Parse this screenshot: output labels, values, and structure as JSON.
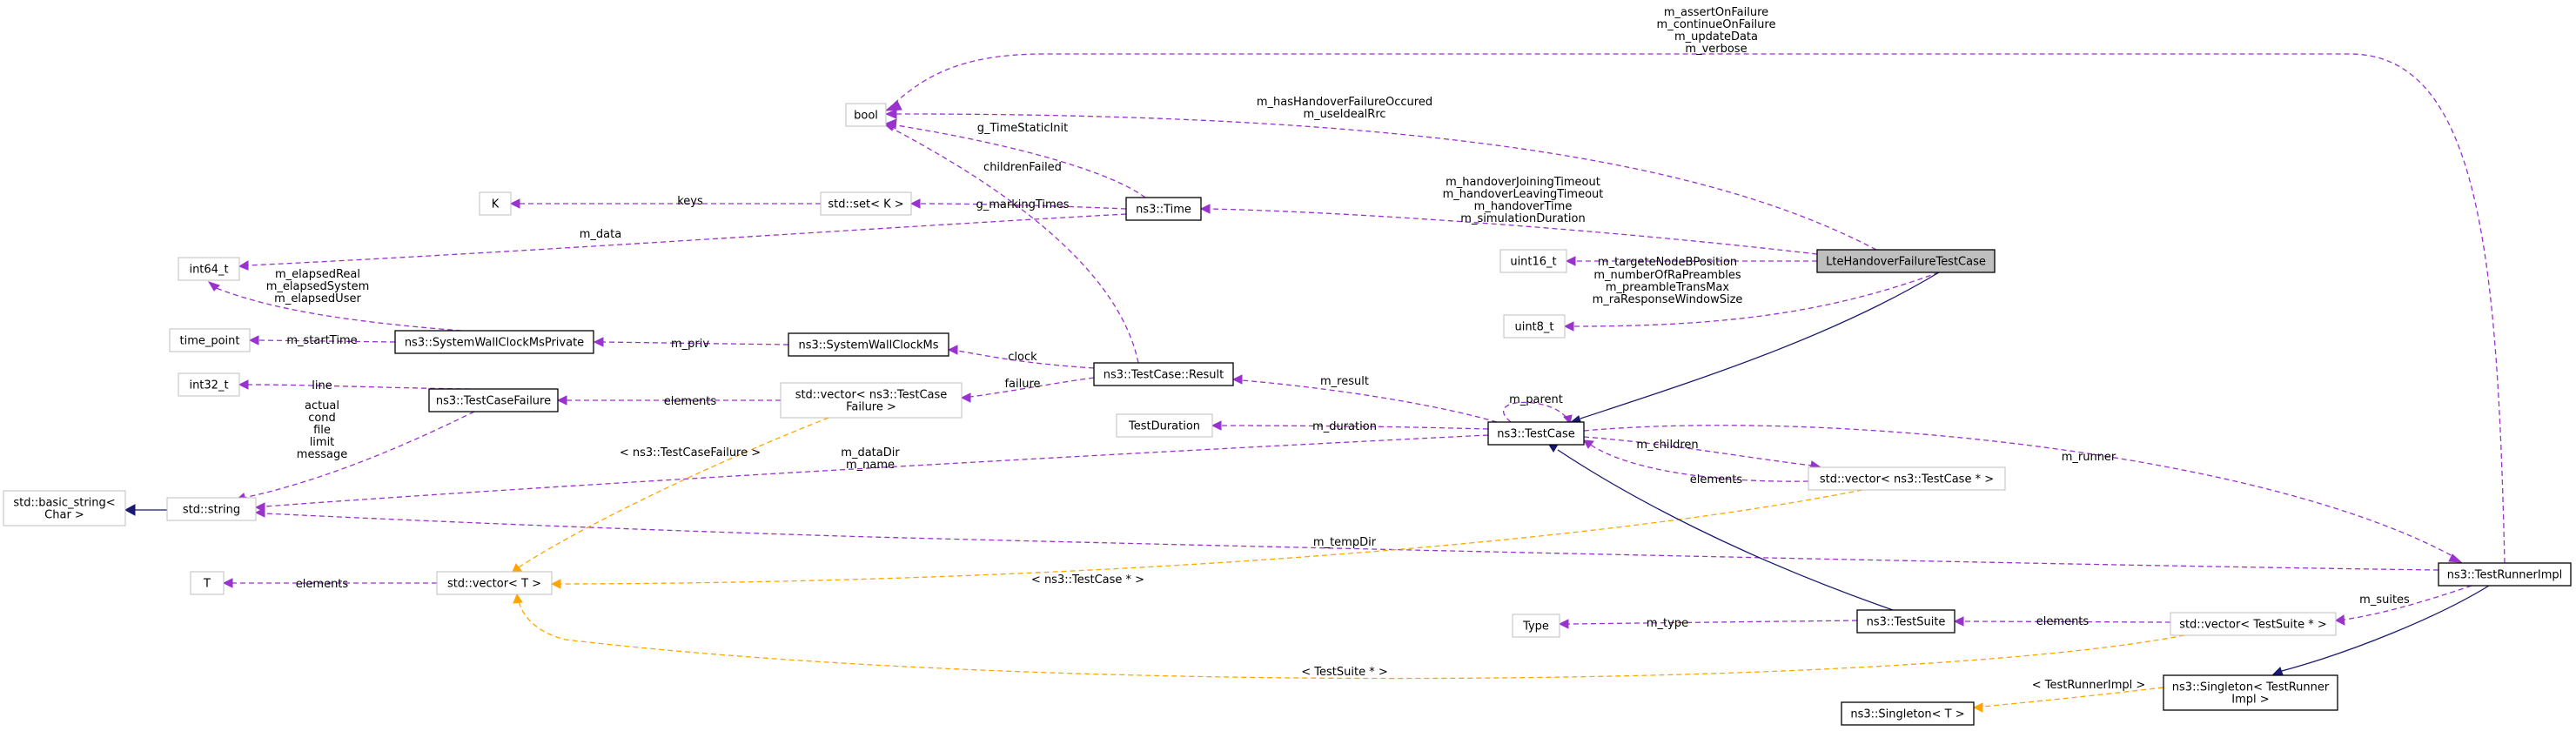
{
  "colors": {
    "usage_edge": "#9A32CD",
    "template_edge": "#FFA500",
    "inherit_edge": "#191970",
    "focus_fill": "#BFBFBF",
    "documented_border": "#000000",
    "undocumented_border": "#BFBFBF"
  },
  "nodes": [
    {
      "id": "bool",
      "lines": [
        "bool"
      ],
      "style": "ext"
    },
    {
      "id": "K",
      "lines": [
        "K"
      ],
      "style": "ext"
    },
    {
      "id": "std_set",
      "lines": [
        "std::set< K >"
      ],
      "style": "ext"
    },
    {
      "id": "int64_t",
      "lines": [
        "int64_t"
      ],
      "style": "ext"
    },
    {
      "id": "time_point",
      "lines": [
        "time_point"
      ],
      "style": "ext"
    },
    {
      "id": "int32_t",
      "lines": [
        "int32_t"
      ],
      "style": "ext"
    },
    {
      "id": "basic_string",
      "lines": [
        "std::basic_string<",
        "Char >"
      ],
      "style": "ext"
    },
    {
      "id": "std_string",
      "lines": [
        "std::string"
      ],
      "style": "ext"
    },
    {
      "id": "T",
      "lines": [
        "T"
      ],
      "style": "ext"
    },
    {
      "id": "vector_T",
      "lines": [
        "std::vector< T >"
      ],
      "style": "ext"
    },
    {
      "id": "uint16_t",
      "lines": [
        "uint16_t"
      ],
      "style": "ext"
    },
    {
      "id": "uint8_t",
      "lines": [
        "uint8_t"
      ],
      "style": "ext"
    },
    {
      "id": "TestDuration",
      "lines": [
        "TestDuration"
      ],
      "style": "ext"
    },
    {
      "id": "Type",
      "lines": [
        "Type"
      ],
      "style": "ext"
    },
    {
      "id": "vec_TestCaseFailure",
      "lines": [
        "std::vector< ns3::TestCase",
        "Failure >"
      ],
      "style": "ext"
    },
    {
      "id": "vec_TestCasePtr",
      "lines": [
        "std::vector< ns3::TestCase * >"
      ],
      "style": "ext"
    },
    {
      "id": "vec_TestSuitePtr",
      "lines": [
        "std::vector< TestSuite * >"
      ],
      "style": "ext"
    },
    {
      "id": "ns3_Time",
      "lines": [
        "ns3::Time"
      ],
      "style": "doc"
    },
    {
      "id": "ClockMsPrivate",
      "lines": [
        "ns3::SystemWallClockMsPrivate"
      ],
      "style": "doc"
    },
    {
      "id": "ClockMs",
      "lines": [
        "ns3::SystemWallClockMs"
      ],
      "style": "doc"
    },
    {
      "id": "TestCaseFailure",
      "lines": [
        "ns3::TestCaseFailure"
      ],
      "style": "doc"
    },
    {
      "id": "Result",
      "lines": [
        "ns3::TestCase::Result"
      ],
      "style": "doc"
    },
    {
      "id": "TestCase",
      "lines": [
        "ns3::TestCase"
      ],
      "style": "doc"
    },
    {
      "id": "LteTest",
      "lines": [
        "LteHandoverFailureTestCase"
      ],
      "style": "focus"
    },
    {
      "id": "TestSuite",
      "lines": [
        "ns3::TestSuite"
      ],
      "style": "doc"
    },
    {
      "id": "TestRunnerImpl",
      "lines": [
        "ns3::TestRunnerImpl"
      ],
      "style": "doc"
    },
    {
      "id": "Singleton_TRI",
      "lines": [
        "ns3::Singleton< TestRunner",
        "Impl >"
      ],
      "style": "doc"
    },
    {
      "id": "Singleton_T",
      "lines": [
        "ns3::Singleton< T >"
      ],
      "style": "doc"
    }
  ],
  "edges": [
    {
      "id": "e_lte_bool",
      "from": "LteTest",
      "to": "bool",
      "kind": "usage",
      "labels": [
        "m_hasHandoverFailureOccured",
        "m_useIdealRrc"
      ]
    },
    {
      "id": "e_runner_bool",
      "from": "TestRunnerImpl",
      "to": "bool",
      "kind": "usage",
      "labels": [
        "m_assertOnFailure",
        "m_continueOnFailure",
        "m_updateData",
        "m_verbose"
      ]
    },
    {
      "id": "e_time_bool",
      "from": "ns3_Time",
      "to": "bool",
      "kind": "usage",
      "labels": [
        "g_TimeStaticInit"
      ]
    },
    {
      "id": "e_result_bool",
      "from": "Result",
      "to": "bool",
      "kind": "usage",
      "labels": [
        "childrenFailed"
      ]
    },
    {
      "id": "e_set_K",
      "from": "std_set",
      "to": "K",
      "kind": "usage",
      "labels": [
        "keys"
      ]
    },
    {
      "id": "e_time_set",
      "from": "ns3_Time",
      "to": "std_set",
      "kind": "usage",
      "labels": [
        "g_markingTimes"
      ]
    },
    {
      "id": "e_time_int64",
      "from": "ns3_Time",
      "to": "int64_t",
      "kind": "usage",
      "labels": [
        "m_data"
      ]
    },
    {
      "id": "e_priv_int64",
      "from": "ClockMsPrivate",
      "to": "int64_t",
      "kind": "usage",
      "labels": [
        "m_elapsedReal",
        "m_elapsedSystem",
        "m_elapsedUser"
      ]
    },
    {
      "id": "e_priv_tp",
      "from": "ClockMsPrivate",
      "to": "time_point",
      "kind": "usage",
      "labels": [
        "m_startTime"
      ]
    },
    {
      "id": "e_clock_priv",
      "from": "ClockMs",
      "to": "ClockMsPrivate",
      "kind": "usage",
      "labels": [
        "m_priv"
      ]
    },
    {
      "id": "e_lte_time",
      "from": "LteTest",
      "to": "ns3_Time",
      "kind": "usage",
      "labels": [
        "m_handoverJoiningTimeout",
        "m_handoverLeavingTimeout",
        "m_handoverTime",
        "m_simulationDuration"
      ]
    },
    {
      "id": "e_lte_u16",
      "from": "LteTest",
      "to": "uint16_t",
      "kind": "usage",
      "labels": [
        "m_targeteNodeBPosition"
      ]
    },
    {
      "id": "e_lte_u8",
      "from": "LteTest",
      "to": "uint8_t",
      "kind": "usage",
      "labels": [
        "m_numberOfRaPreambles",
        "m_preambleTransMax",
        "m_raResponseWindowSize"
      ]
    },
    {
      "id": "e_lte_tc",
      "from": "LteTest",
      "to": "TestCase",
      "kind": "inherit",
      "labels": []
    },
    {
      "id": "e_result_clock",
      "from": "Result",
      "to": "ClockMs",
      "kind": "usage",
      "labels": [
        "clock"
      ]
    },
    {
      "id": "e_result_vecfail",
      "from": "Result",
      "to": "vec_TestCaseFailure",
      "kind": "usage",
      "labels": [
        "failure"
      ]
    },
    {
      "id": "e_vecfail_tcf",
      "from": "vec_TestCaseFailure",
      "to": "TestCaseFailure",
      "kind": "usage",
      "labels": [
        "elements"
      ]
    },
    {
      "id": "e_tcf_i32",
      "from": "TestCaseFailure",
      "to": "int32_t",
      "kind": "usage",
      "labels": [
        "line"
      ]
    },
    {
      "id": "e_tcf_str",
      "from": "TestCaseFailure",
      "to": "std_string",
      "kind": "usage",
      "labels": [
        "actual",
        "cond",
        "file",
        "limit",
        "message"
      ]
    },
    {
      "id": "e_str_basic",
      "from": "std_string",
      "to": "basic_string",
      "kind": "inherit",
      "labels": []
    },
    {
      "id": "e_tc_result",
      "from": "TestCase",
      "to": "Result",
      "kind": "usage",
      "labels": [
        "m_result"
      ]
    },
    {
      "id": "e_tc_dur",
      "from": "TestCase",
      "to": "TestDuration",
      "kind": "usage",
      "labels": [
        "m_duration"
      ]
    },
    {
      "id": "e_tc_tc",
      "from": "TestCase",
      "to": "TestCase",
      "kind": "usage",
      "labels": [
        "m_parent"
      ]
    },
    {
      "id": "e_tc_str",
      "from": "TestCase",
      "to": "std_string",
      "kind": "usage",
      "labels": [
        "m_dataDir",
        "m_name"
      ]
    },
    {
      "id": "e_tc_vectc",
      "from": "TestCase",
      "to": "vec_TestCasePtr",
      "kind": "usage",
      "labels": [
        "m_children"
      ]
    },
    {
      "id": "e_vectc_tc",
      "from": "vec_TestCasePtr",
      "to": "TestCase",
      "kind": "usage",
      "labels": [
        "elements"
      ]
    },
    {
      "id": "e_tc_runner",
      "from": "TestCase",
      "to": "TestRunnerImpl",
      "kind": "usage",
      "labels": [
        "m_runner"
      ]
    },
    {
      "id": "e_runner_str",
      "from": "TestRunnerImpl",
      "to": "std_string",
      "kind": "usage",
      "labels": [
        "m_tempDir"
      ]
    },
    {
      "id": "e_vecT_T",
      "from": "vector_T",
      "to": "T",
      "kind": "usage",
      "labels": [
        "elements"
      ]
    },
    {
      "id": "e_vecfail_vecT",
      "from": "vec_TestCaseFailure",
      "to": "vector_T",
      "kind": "template",
      "labels": [
        "< ns3::TestCaseFailure >"
      ]
    },
    {
      "id": "e_vectc_vecT",
      "from": "vec_TestCasePtr",
      "to": "vector_T",
      "kind": "template",
      "labels": [
        "< ns3::TestCase * >"
      ]
    },
    {
      "id": "e_vects_vecT",
      "from": "vec_TestSuitePtr",
      "to": "vector_T",
      "kind": "template",
      "labels": [
        "< TestSuite * >"
      ]
    },
    {
      "id": "e_suite_tc",
      "from": "TestSuite",
      "to": "TestCase",
      "kind": "inherit",
      "labels": []
    },
    {
      "id": "e_suite_type",
      "from": "TestSuite",
      "to": "Type",
      "kind": "usage",
      "labels": [
        "m_type"
      ]
    },
    {
      "id": "e_vects_suite",
      "from": "vec_TestSuitePtr",
      "to": "TestSuite",
      "kind": "usage",
      "labels": [
        "elements"
      ]
    },
    {
      "id": "e_runner_vects",
      "from": "TestRunnerImpl",
      "to": "vec_TestSuitePtr",
      "kind": "usage",
      "labels": [
        "m_suites"
      ]
    },
    {
      "id": "e_runner_single",
      "from": "TestRunnerImpl",
      "to": "Singleton_TRI",
      "kind": "inherit",
      "labels": []
    },
    {
      "id": "e_single_T",
      "from": "Singleton_TRI",
      "to": "Singleton_T",
      "kind": "template",
      "labels": [
        "< TestRunnerImpl >"
      ]
    }
  ]
}
